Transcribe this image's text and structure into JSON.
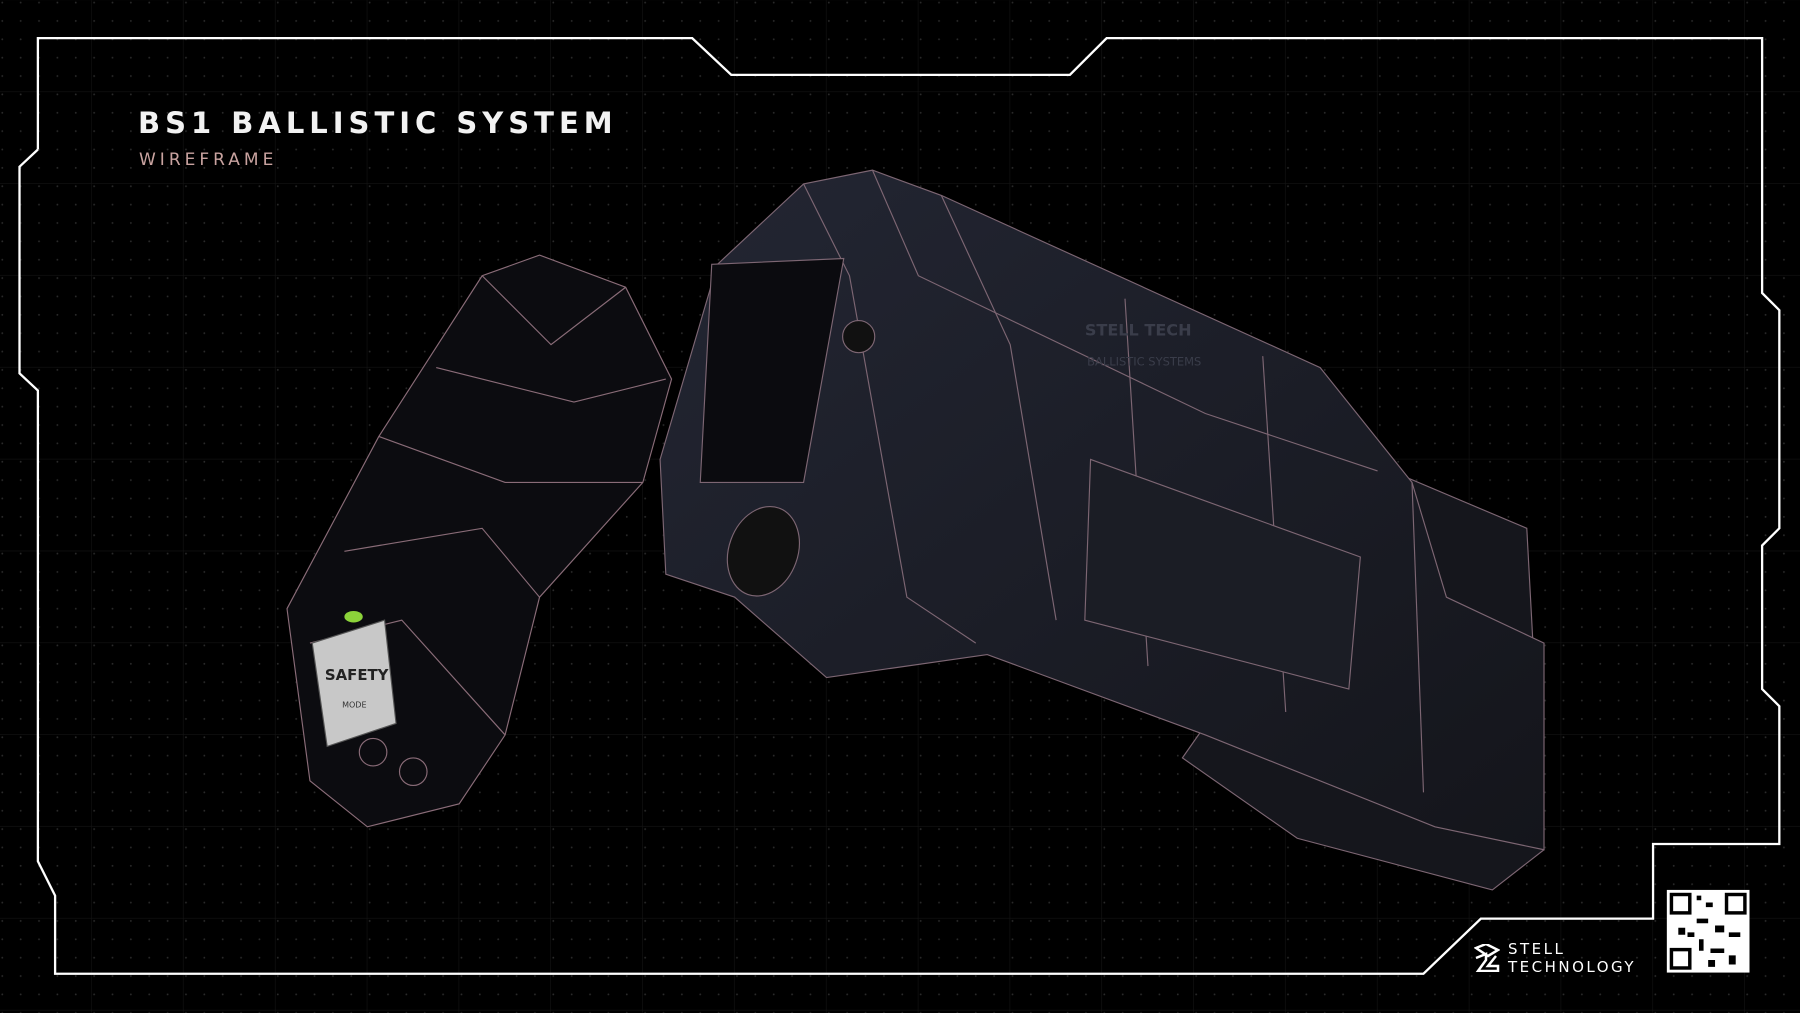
{
  "header": {
    "title": "BS1 BALLISTIC SYSTEM",
    "subtitle": "WIREFRAME"
  },
  "model": {
    "left_part_label": "SAFETY",
    "left_part_sublabel": "MODE",
    "body_brand_line1": "STELL TECH",
    "body_brand_line2": "BALLISTIC SYSTEMS"
  },
  "footer": {
    "brand_line1": "STELL",
    "brand_line2": "TECHNOLOGY",
    "qr_icon": "qr-code-icon"
  },
  "colors": {
    "background": "#000000",
    "frame": "#ffffff",
    "subtitle": "#c9a3a0",
    "wire": "#b89aa6",
    "body": "#1a1c24",
    "indicator": "#8cd33a"
  }
}
